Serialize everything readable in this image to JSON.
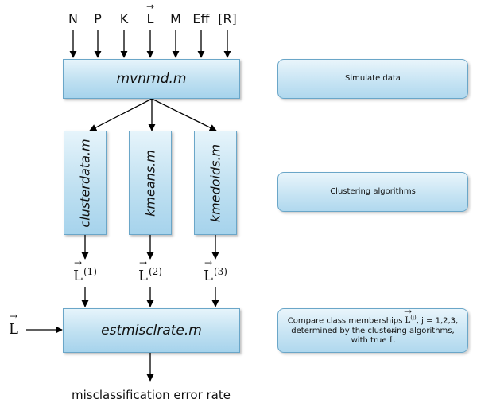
{
  "inputs": [
    "N",
    "P",
    "K",
    "L",
    "M",
    "Eff",
    "[R]"
  ],
  "boxes": {
    "simulate": "mvnrnd.m",
    "cluster1": "clusterdata.m",
    "cluster2": "kmeans.m",
    "cluster3": "kmedoids.m",
    "compare": "estmisclrate.m"
  },
  "labels": {
    "out1": "(1)",
    "out2": "(2)",
    "out3": "(3)",
    "vector_symbol": "L",
    "left_input": "L",
    "output": "misclassification error rate"
  },
  "side": {
    "simulate": "Simulate data",
    "clustering": "Clustering algorithms",
    "compare_pre": "Compare class memberships",
    "compare_sup": "(j)",
    "compare_mid": ", j = 1,2,3, determined by the clustering algorithms, with true",
    "symbol": "L"
  }
}
